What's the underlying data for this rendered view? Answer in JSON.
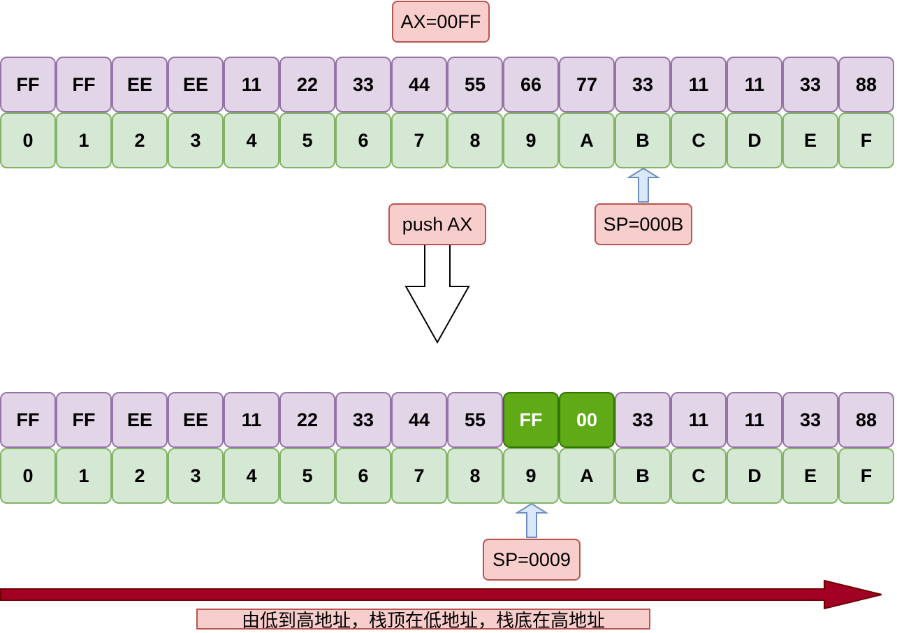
{
  "register_label": "AX=00FF",
  "before": {
    "values": [
      "FF",
      "FF",
      "EE",
      "EE",
      "11",
      "22",
      "33",
      "44",
      "55",
      "66",
      "77",
      "33",
      "11",
      "11",
      "33",
      "88"
    ],
    "addresses": [
      "0",
      "1",
      "2",
      "3",
      "4",
      "5",
      "6",
      "7",
      "8",
      "9",
      "A",
      "B",
      "C",
      "D",
      "E",
      "F"
    ],
    "sp_label": "SP=000B",
    "sp_index": 11
  },
  "instruction_label": "push AX",
  "after": {
    "values": [
      "FF",
      "FF",
      "EE",
      "EE",
      "11",
      "22",
      "33",
      "44",
      "55",
      "FF",
      "00",
      "33",
      "11",
      "11",
      "33",
      "88"
    ],
    "addresses": [
      "0",
      "1",
      "2",
      "3",
      "4",
      "5",
      "6",
      "7",
      "8",
      "9",
      "A",
      "B",
      "C",
      "D",
      "E",
      "F"
    ],
    "highlighted": [
      9,
      10
    ],
    "sp_label": "SP=0009",
    "sp_index": 9
  },
  "caption": "由低到高地址，栈顶在低地址，栈底在高地址",
  "colors": {
    "value_fill": "#e1d5e7",
    "value_stroke": "#9673a6",
    "address_fill": "#d5e8d4",
    "address_stroke": "#82b366",
    "highlight_fill": "#60a917",
    "highlight_stroke": "#2d7600",
    "label_fill": "#f8cecc",
    "label_stroke": "#b85450",
    "pointer_fill": "#dae8fc",
    "pointer_stroke": "#6c8ebf",
    "direction_arrow": "#a20025"
  }
}
